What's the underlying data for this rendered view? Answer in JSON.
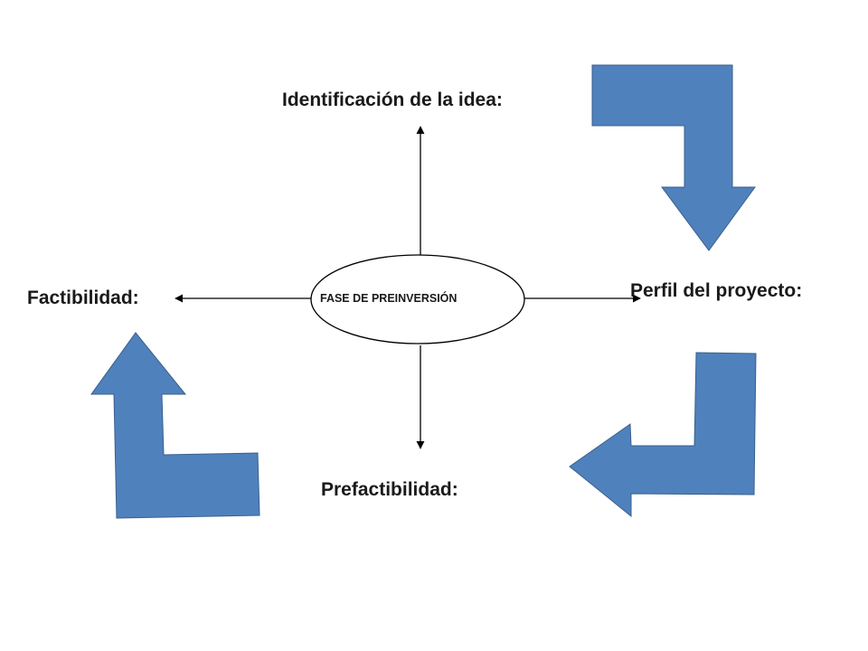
{
  "center": {
    "label": "FASE DE PREINVERSIÓN"
  },
  "nodes": {
    "top": "Identificación de la idea:",
    "right": "Perfil del proyecto:",
    "bottom": "Prefactibilidad:",
    "left": "Factibilidad:"
  },
  "colors": {
    "block_arrow_fill": "#4f81bd",
    "block_arrow_stroke": "#3a5f8c",
    "line": "#000000",
    "text": "#1a1a1a"
  },
  "icons": {
    "cycle_arrows": [
      "bent-arrow-down-icon",
      "bent-arrow-left-icon",
      "bent-arrow-up-icon"
    ]
  }
}
